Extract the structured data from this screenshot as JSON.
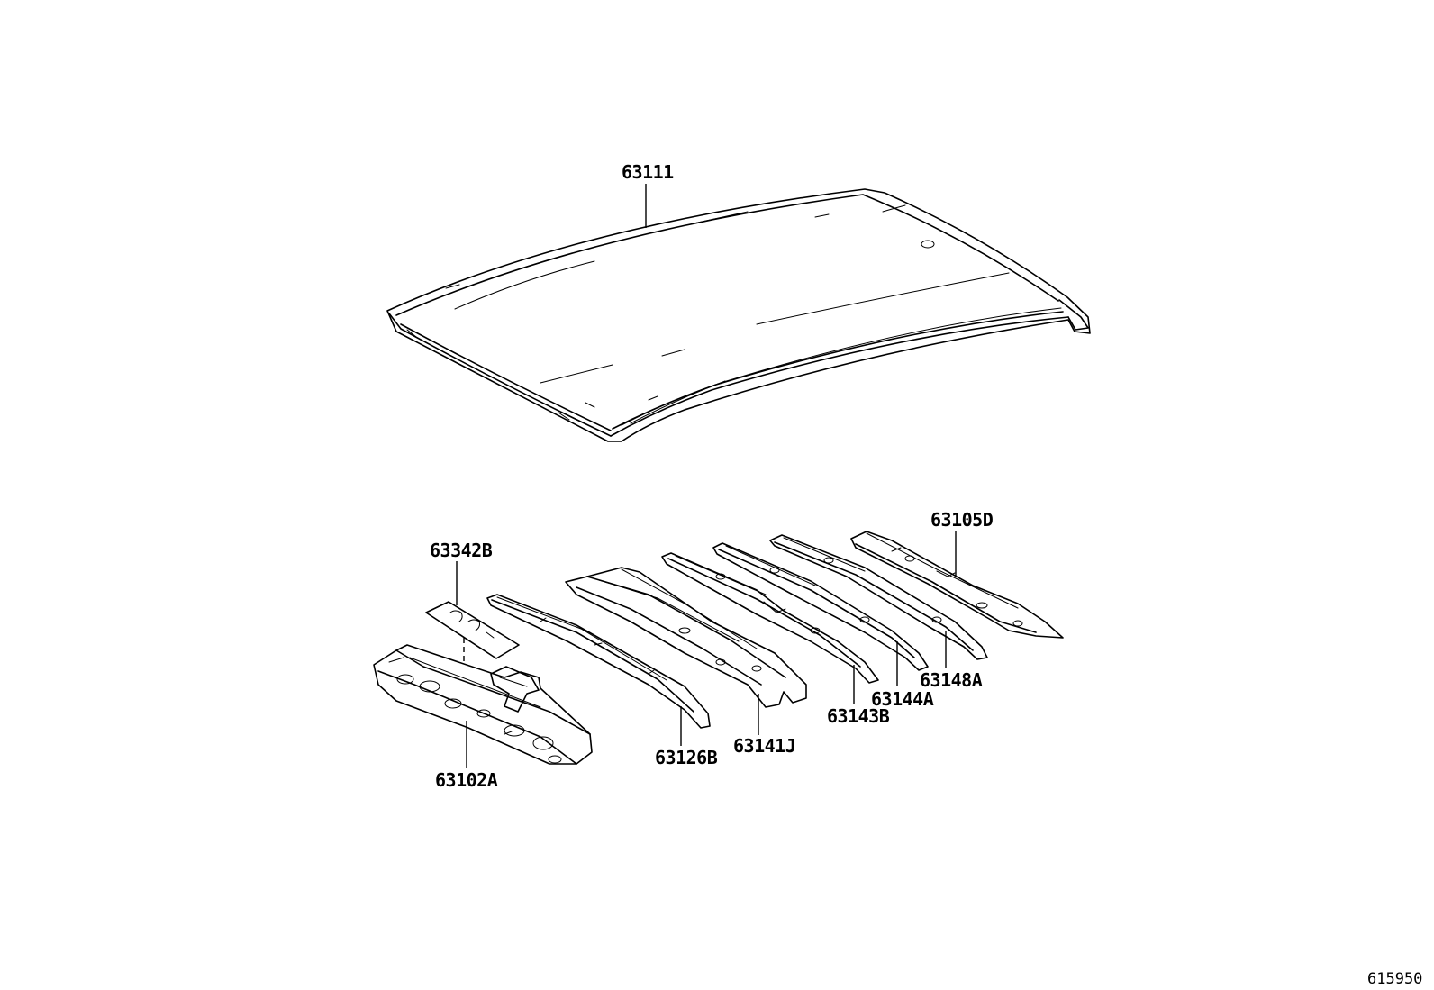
{
  "parts": {
    "roof_panel": "63111",
    "reinforcement_sheet": "63342B",
    "front_header_panel": "63102A",
    "rear_header_rail": "63105D",
    "roof_bow_1": "63126B",
    "roof_bow_2": "63141J",
    "roof_bow_3": "63143B",
    "roof_bow_4": "63144A",
    "roof_bow_5": "63148A"
  },
  "diagram_id": "615950"
}
